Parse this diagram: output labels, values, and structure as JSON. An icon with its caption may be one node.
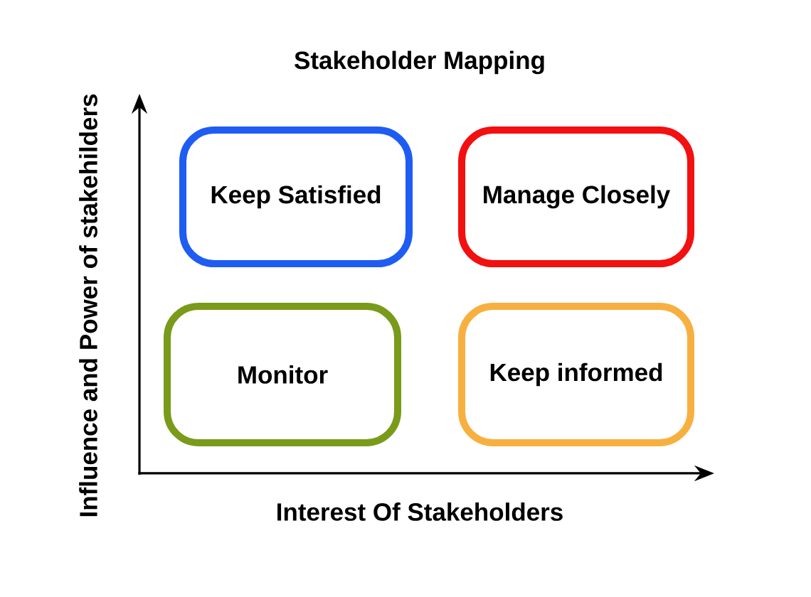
{
  "diagram": {
    "title": "Stakeholder Mapping",
    "nodes": [
      {
        "text": [
          "Keep Satisfied"
        ]
      },
      {
        "text": [
          "Manage Closely"
        ]
      },
      {
        "text": [
          "Monitor"
        ]
      },
      {
        "text": [
          "Keep informed"
        ]
      }
    ],
    "labels": [
      "Influence and Power of stakehilders",
      "Interest Of Stakeholders"
    ]
  }
}
